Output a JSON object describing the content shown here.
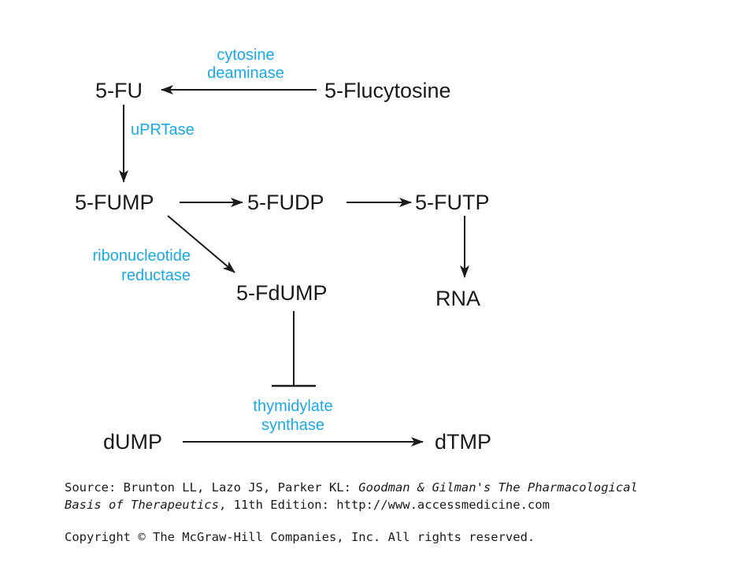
{
  "colors": {
    "node_text": "#1a1a1a",
    "enzyme_text": "#1ba8e6",
    "edge": "#1a1a1a"
  },
  "nodes": {
    "fu": "5-FU",
    "flucytosine": "5-Flucytosine",
    "fump": "5-FUMP",
    "fudp": "5-FUDP",
    "futp": "5-FUTP",
    "fdump": "5-FdUMP",
    "rna": "RNA",
    "dump": "dUMP",
    "dtmp": "dTMP"
  },
  "enzymes": {
    "cytosine_deaminase": [
      "cytosine",
      "deaminase"
    ],
    "uprtase": "uPRTase",
    "ribonucleotide_reductase": [
      "ribonucleotide",
      "reductase"
    ],
    "thymidylate_synthase": [
      "thymidylate",
      "synthase"
    ]
  },
  "caption": {
    "source_prefix": "Source: Brunton LL, Lazo JS, Parker KL: ",
    "book_title_part1": "Goodman & Gilman's The Pharmacological",
    "book_title_part2": "Basis of Therapeutics",
    "source_suffix": ", 11th Edition: http://www.accessmedicine.com",
    "copyright": "Copyright © The McGraw-Hill Companies, Inc. All rights reserved."
  }
}
